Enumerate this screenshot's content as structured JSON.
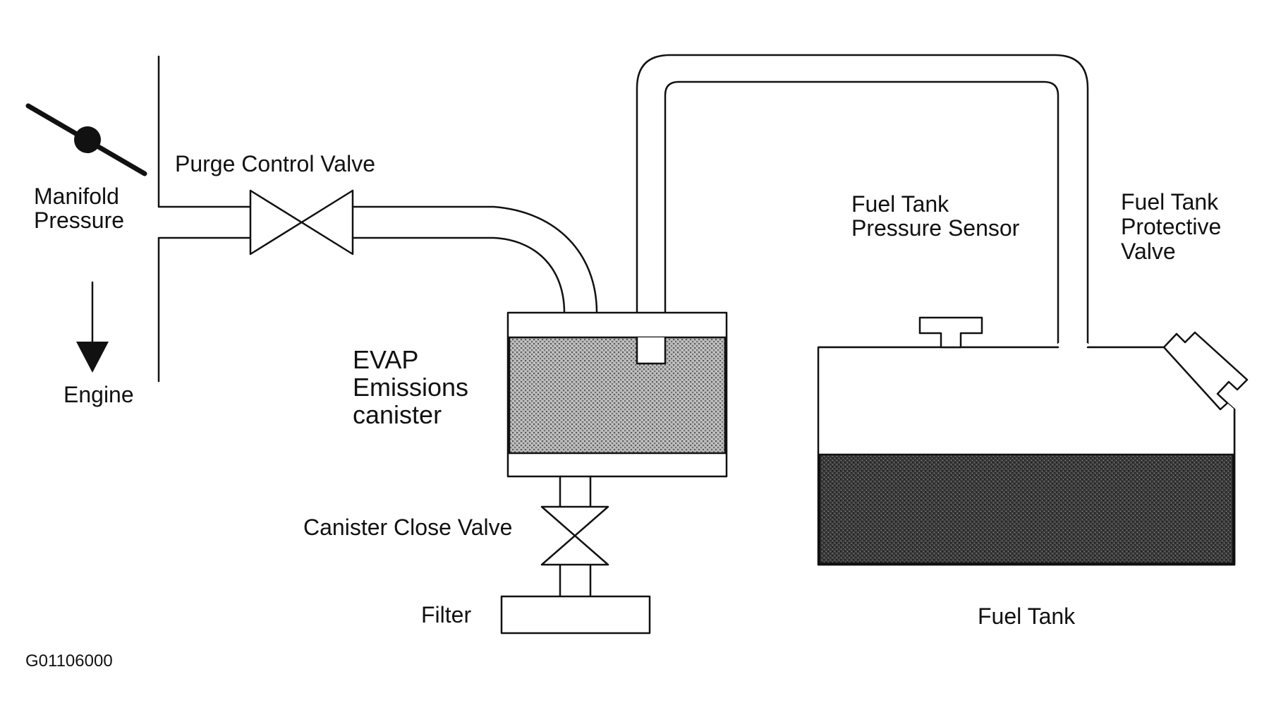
{
  "labels": {
    "manifold_line1": "Manifold",
    "manifold_line2": "Pressure",
    "engine": "Engine",
    "purge_valve": "Purge Control Valve",
    "evap_line1": "EVAP",
    "evap_line2": "Emissions",
    "evap_line3": "canister",
    "canister_close_valve": "Canister Close Valve",
    "filter": "Filter",
    "sensor_line1": "Fuel Tank",
    "sensor_line2": "Pressure Sensor",
    "protective_line1": "Fuel Tank",
    "protective_line2": "Protective",
    "protective_line3": "Valve",
    "fuel_tank": "Fuel Tank",
    "figure_id": "G01106000"
  },
  "colors": {
    "line": "#111111",
    "charcoal_fill": "#9a9a9a",
    "fuel_fill": "#3c3c3c"
  }
}
